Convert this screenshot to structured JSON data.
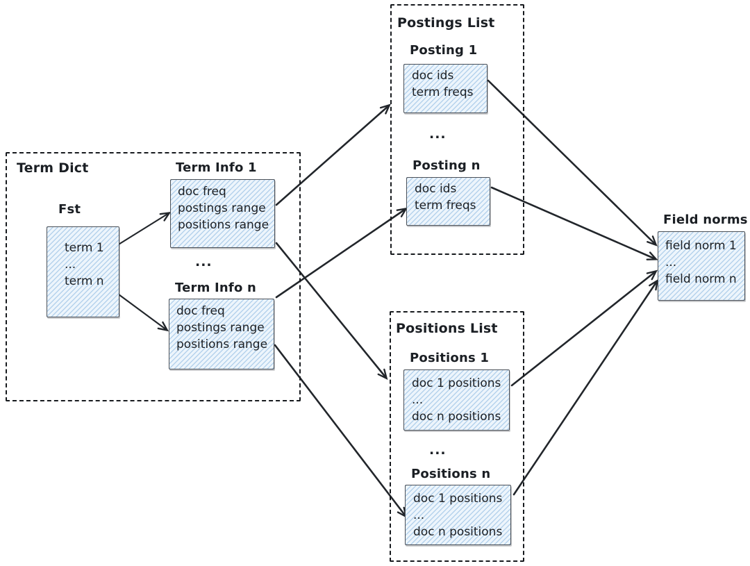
{
  "diagram": {
    "term_dict": {
      "title": "Term Dict",
      "fst_label": "Fst",
      "fst_rows": [
        "term 1",
        "...",
        "term n"
      ],
      "term_info_1_label": "Term Info 1",
      "term_info_1_rows": [
        "doc freq",
        "postings range",
        "positions range"
      ],
      "between_ellipsis": "...",
      "term_info_n_label": "Term Info n",
      "term_info_n_rows": [
        "doc freq",
        "postings range",
        "positions range"
      ]
    },
    "postings_list": {
      "title": "Postings List",
      "posting_1_label": "Posting 1",
      "posting_1_rows": [
        "doc ids",
        "term freqs"
      ],
      "between_ellipsis": "...",
      "posting_n_label": "Posting n",
      "posting_n_rows": [
        "doc ids",
        "term freqs"
      ]
    },
    "positions_list": {
      "title": "Positions List",
      "positions_1_label": "Positions 1",
      "positions_1_rows": [
        "doc 1 positions",
        "...",
        "doc n positions"
      ],
      "between_ellipsis": "...",
      "positions_n_label": "Positions n",
      "positions_n_rows": [
        "doc 1 positions",
        "...",
        "doc n positions"
      ]
    },
    "field_norms": {
      "title": "Field norms",
      "rows": [
        "field norm 1",
        "...",
        "field norm n"
      ]
    },
    "edges": [
      {
        "from": "term 1",
        "to": "Term Info 1"
      },
      {
        "from": "term n",
        "to": "Term Info n"
      },
      {
        "from": "Term Info 1",
        "to": "Posting 1"
      },
      {
        "from": "Term Info 1",
        "to": "Positions 1"
      },
      {
        "from": "Term Info n",
        "to": "Posting n"
      },
      {
        "from": "Term Info n",
        "to": "Positions n"
      },
      {
        "from": "Posting 1",
        "to": "Field norms"
      },
      {
        "from": "Posting n",
        "to": "Field norms"
      },
      {
        "from": "Positions 1",
        "to": "Field norms"
      },
      {
        "from": "Positions n",
        "to": "Field norms"
      }
    ]
  },
  "colors": {
    "background": "#ffffff",
    "box_fill": "#edf5fc",
    "box_hatch": "#a9cce9",
    "box_border": "#4a5058",
    "line": "#22262b",
    "text": "#1b1f24"
  }
}
